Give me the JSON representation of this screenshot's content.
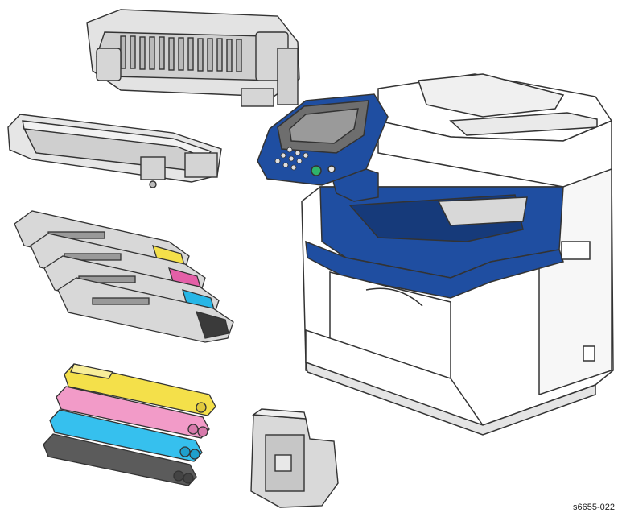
{
  "figure": {
    "id_label": "s6655-022"
  },
  "parts": [
    {
      "name": "fuser-assembly"
    },
    {
      "name": "transfer-belt-unit"
    },
    {
      "name": "imaging-units",
      "colors": [
        "#f4e04a",
        "#e45fa7",
        "#27b6e6",
        "#3a3a3a"
      ]
    },
    {
      "name": "toner-cartridges",
      "colors": [
        "#f4e04a",
        "#f29bc8",
        "#36c0ee",
        "#5b5b5b"
      ]
    },
    {
      "name": "waste-cartridge"
    },
    {
      "name": "printer"
    }
  ],
  "colors": {
    "printer_accent": "#1f4ea1",
    "printer_accent_dark": "#163a7a",
    "line": "#333333",
    "body_fill": "#ffffff",
    "metal": "#d9d9d9"
  }
}
